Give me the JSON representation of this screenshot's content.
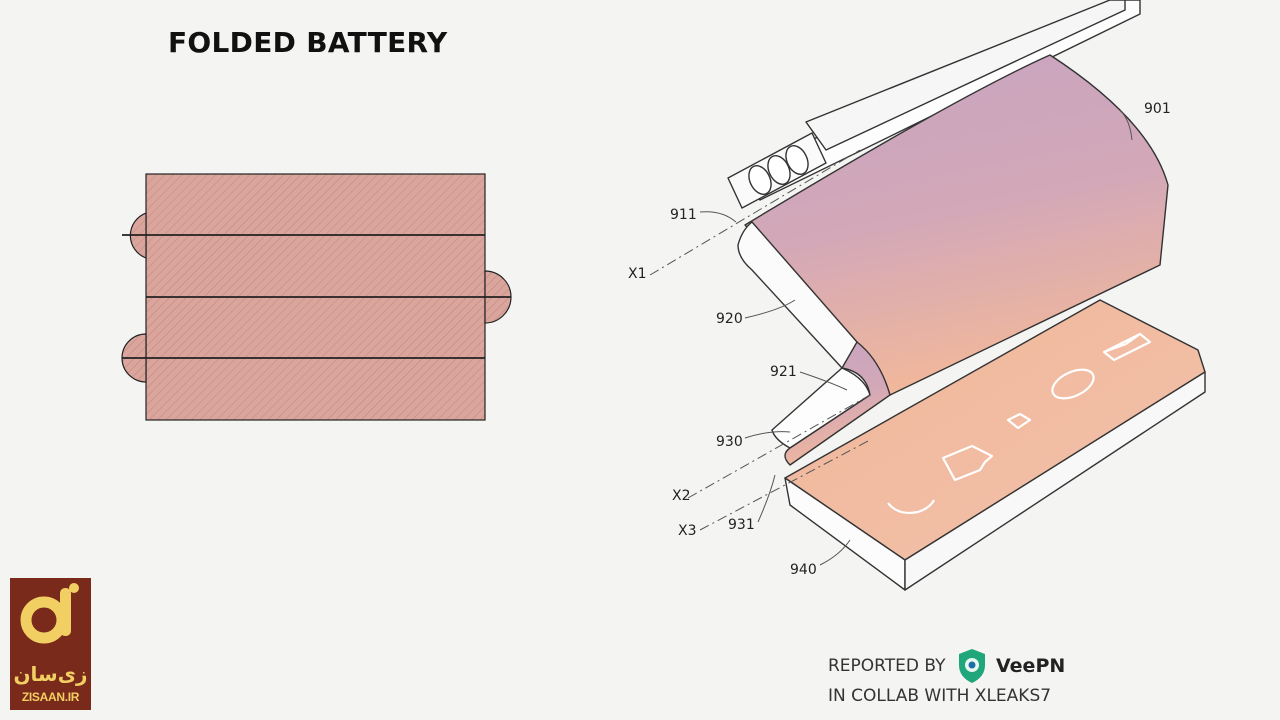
{
  "title": "FOLDED BATTERY",
  "labels": {
    "l901": "901",
    "l911": "911",
    "x1": "X1",
    "l920": "920",
    "l921": "921",
    "l930": "930",
    "x2": "X2",
    "x3": "X3",
    "l931": "931",
    "l940": "940"
  },
  "credit": {
    "reported_by": "REPORTED BY",
    "brand": "VeePN",
    "collab": "IN COLLAB WITH XLEAKS7"
  },
  "watermark": {
    "persian": "زی‌سان",
    "site": "ZISAAN.IR"
  },
  "colors": {
    "battery_fill": "#d9a59c",
    "screen_top": "#c7a4c1",
    "screen_bottom": "#f0b79c",
    "logo_bg": "#7a2a1a",
    "logo_fg": "#f1cf63"
  },
  "icons": [
    "phone-icon",
    "message-icon",
    "settings-icon",
    "globe-icon",
    "mail-icon"
  ]
}
